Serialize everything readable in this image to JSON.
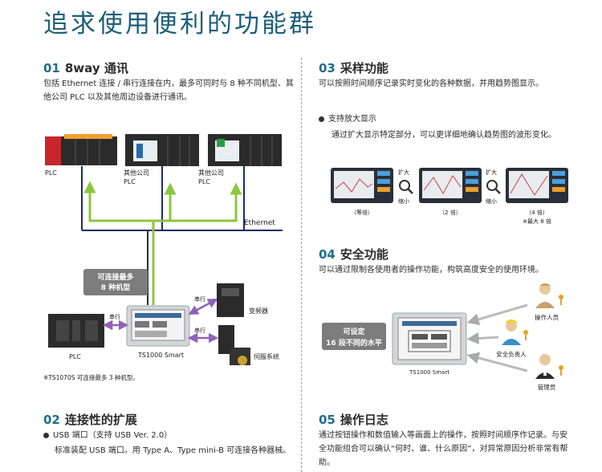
{
  "page_title": "追求使用便利的功能群",
  "sec01": {
    "num": "01",
    "title": "8way 通讯",
    "desc": "包括 Ethernet 连接 / 串行连接在内，最多可同时与 8 种不同机型、其他公司 PLC 以及其他周边设备进行通讯。",
    "labels": {
      "plc1": "PLC",
      "other1_a": "其他公司",
      "other1_b": "PLC",
      "other2_a": "其他公司",
      "other2_b": "PLC",
      "ethernet": "Ethernet",
      "callout_a": "可连接最多",
      "callout_b": "8 种机型",
      "serial_left": "串行",
      "serial_top": "串行",
      "serial_bottom": "串行",
      "inverter": "变频器",
      "servo": "伺服系统",
      "plc2": "PLC",
      "ts1000": "TS1000 Smart",
      "note": "※TS1070S 可连接最多 3 种机型。"
    }
  },
  "sec02": {
    "num": "02",
    "title": "连接性的扩展",
    "bullet": "USB 端口（支持 USB Ver. 2.0）",
    "desc": "标准装配 USB 端口。用 Type A、Type mini-B 可连接各种器械。"
  },
  "sec03": {
    "num": "03",
    "title": "采样功能",
    "desc": "可以按照时间顺序记录实时变化的各种数据，并用趋势图显示。",
    "bullet": "支持放大显示",
    "sub_desc": "通过扩大显示特定部分，可以更详细地确认趋势图的波形变化。",
    "zoom_in": "扩大",
    "zoom_out": "缩小",
    "caption1": "（等倍）",
    "caption2": "（2 倍）",
    "caption3": "（4 倍）",
    "max_note": "※最大 8 倍"
  },
  "sec04": {
    "num": "04",
    "title": "安全功能",
    "desc": "可以通过限制各使用者的操作功能，构筑高度安全的使用环境。",
    "callout_a": "可设定",
    "callout_b": "16 段不同的水平",
    "ts1000": "TS1000 Smart",
    "operator": "操作人员",
    "safety": "安全负责人",
    "manager": "管理员"
  },
  "sec05": {
    "num": "05",
    "title": "操作日志",
    "desc": "通过按钮操作和数值输入等画面上的操作，按照时间顺序作记录。与安全功能组合可以确认“何时、谁、什么原因”，对异常原因分析非常有帮助。"
  },
  "colors": {
    "title": "#1e5f78",
    "section_num": "#1e6e8c",
    "ethernet_line": "#1d2b6b",
    "serial_arrow": "#8f62b8",
    "green_arrow": "#8cc63e",
    "callout_bg": "#7c7c7c"
  }
}
